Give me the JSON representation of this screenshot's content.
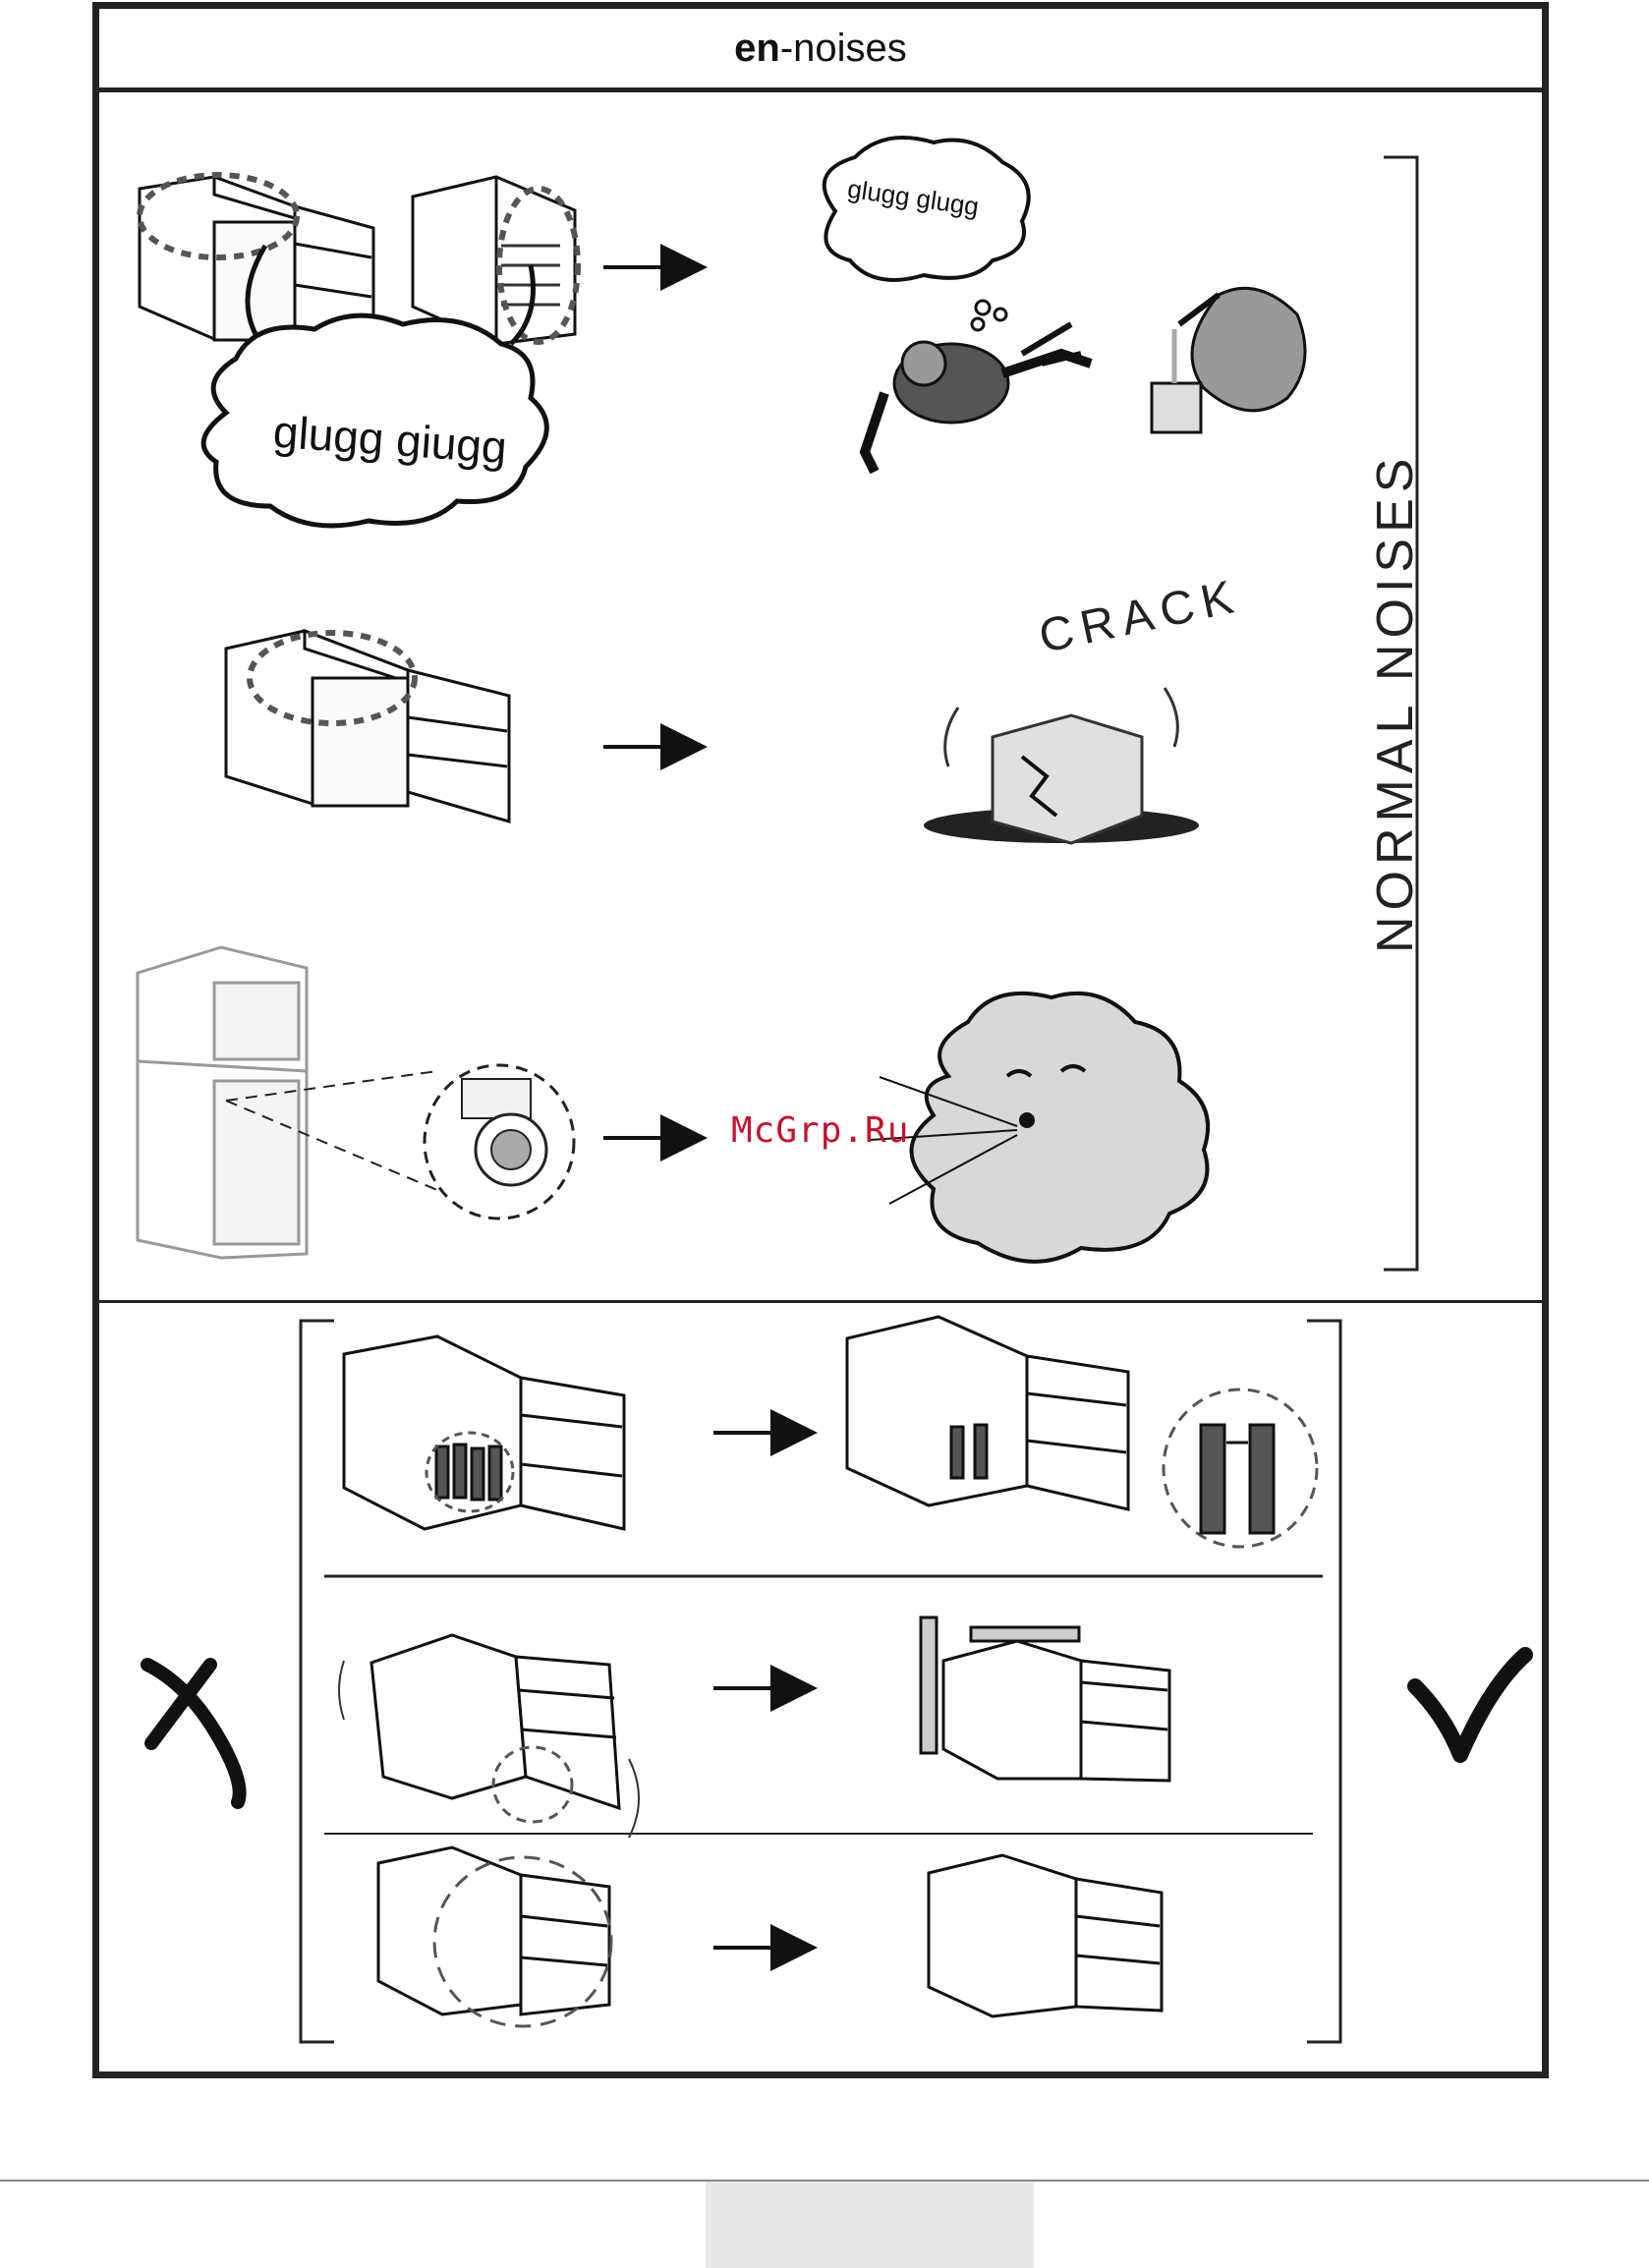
{
  "header": {
    "lang_prefix": "en",
    "title_rest": "-noises"
  },
  "side_label": "NORMAL NOISES",
  "sound_words": {
    "fridge_cloud": "glugg giugg",
    "diver_bubble": "glugg glugg",
    "ice_crack": "CRACK"
  },
  "watermark": "McGrp.Ru",
  "wrong_mark": "✗",
  "right_mark": "✓"
}
